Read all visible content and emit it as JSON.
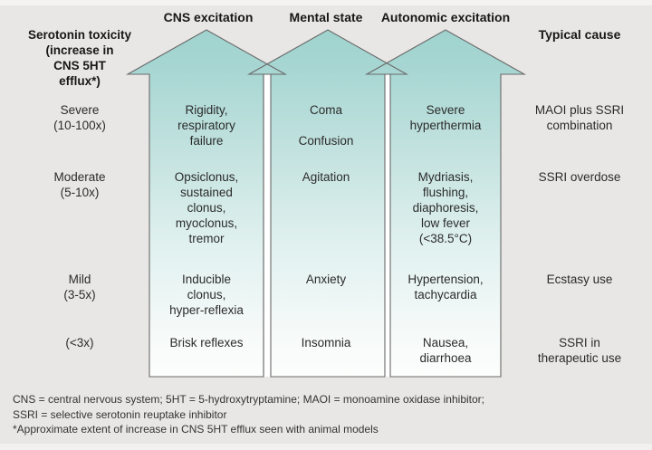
{
  "figure": {
    "left_axis_title": "Serotonin toxicity\n(increase in\nCNS 5HT\nefflux*)",
    "column_headers": {
      "cns": "CNS excitation",
      "mental": "Mental state",
      "autonomic": "Autonomic excitation",
      "cause": "Typical cause"
    },
    "rows": [
      {
        "severity": "Severe\n(10-100x)",
        "cns": "Rigidity,\nrespiratory\nfailure",
        "mental": "Coma\n\nConfusion",
        "autonomic": "Severe\nhyperthermia",
        "cause": "MAOI plus SSRI\ncombination"
      },
      {
        "severity": "Moderate\n(5-10x)",
        "cns": "Opsiclonus,\nsustained\nclonus,\nmyoclonus,\ntremor",
        "mental": "Agitation",
        "autonomic": "Mydriasis,\nflushing,\ndiaphoresis,\nlow fever\n(<38.5°C)",
        "cause": "SSRI overdose"
      },
      {
        "severity": "Mild\n(3-5x)",
        "cns": "Inducible\nclonus,\nhyper-reflexia",
        "mental": "Anxiety",
        "autonomic": "Hypertension,\ntachycardia",
        "cause": "Ecstasy use"
      },
      {
        "severity": "(<3x)",
        "cns": "Brisk reflexes",
        "mental": "Insomnia",
        "autonomic": "Nausea,\ndiarrhoea",
        "cause": "SSRI in\ntherapeutic use"
      }
    ],
    "footnotes": [
      "CNS = central nervous system; 5HT = 5-hydroxytryptamine; MAOI = monoamine oxidase inhibitor;",
      "SSRI = selective serotonin reuptake inhibitor",
      "*Approximate extent of increase in CNS 5HT efflux seen with animal models"
    ],
    "colors": {
      "background": "#e8e7e5",
      "arrow_top": "#9fd2ce",
      "arrow_bottom": "#fdfefd",
      "arrow_outline": "#6a6a6a",
      "text": "#2b2b2b"
    }
  }
}
